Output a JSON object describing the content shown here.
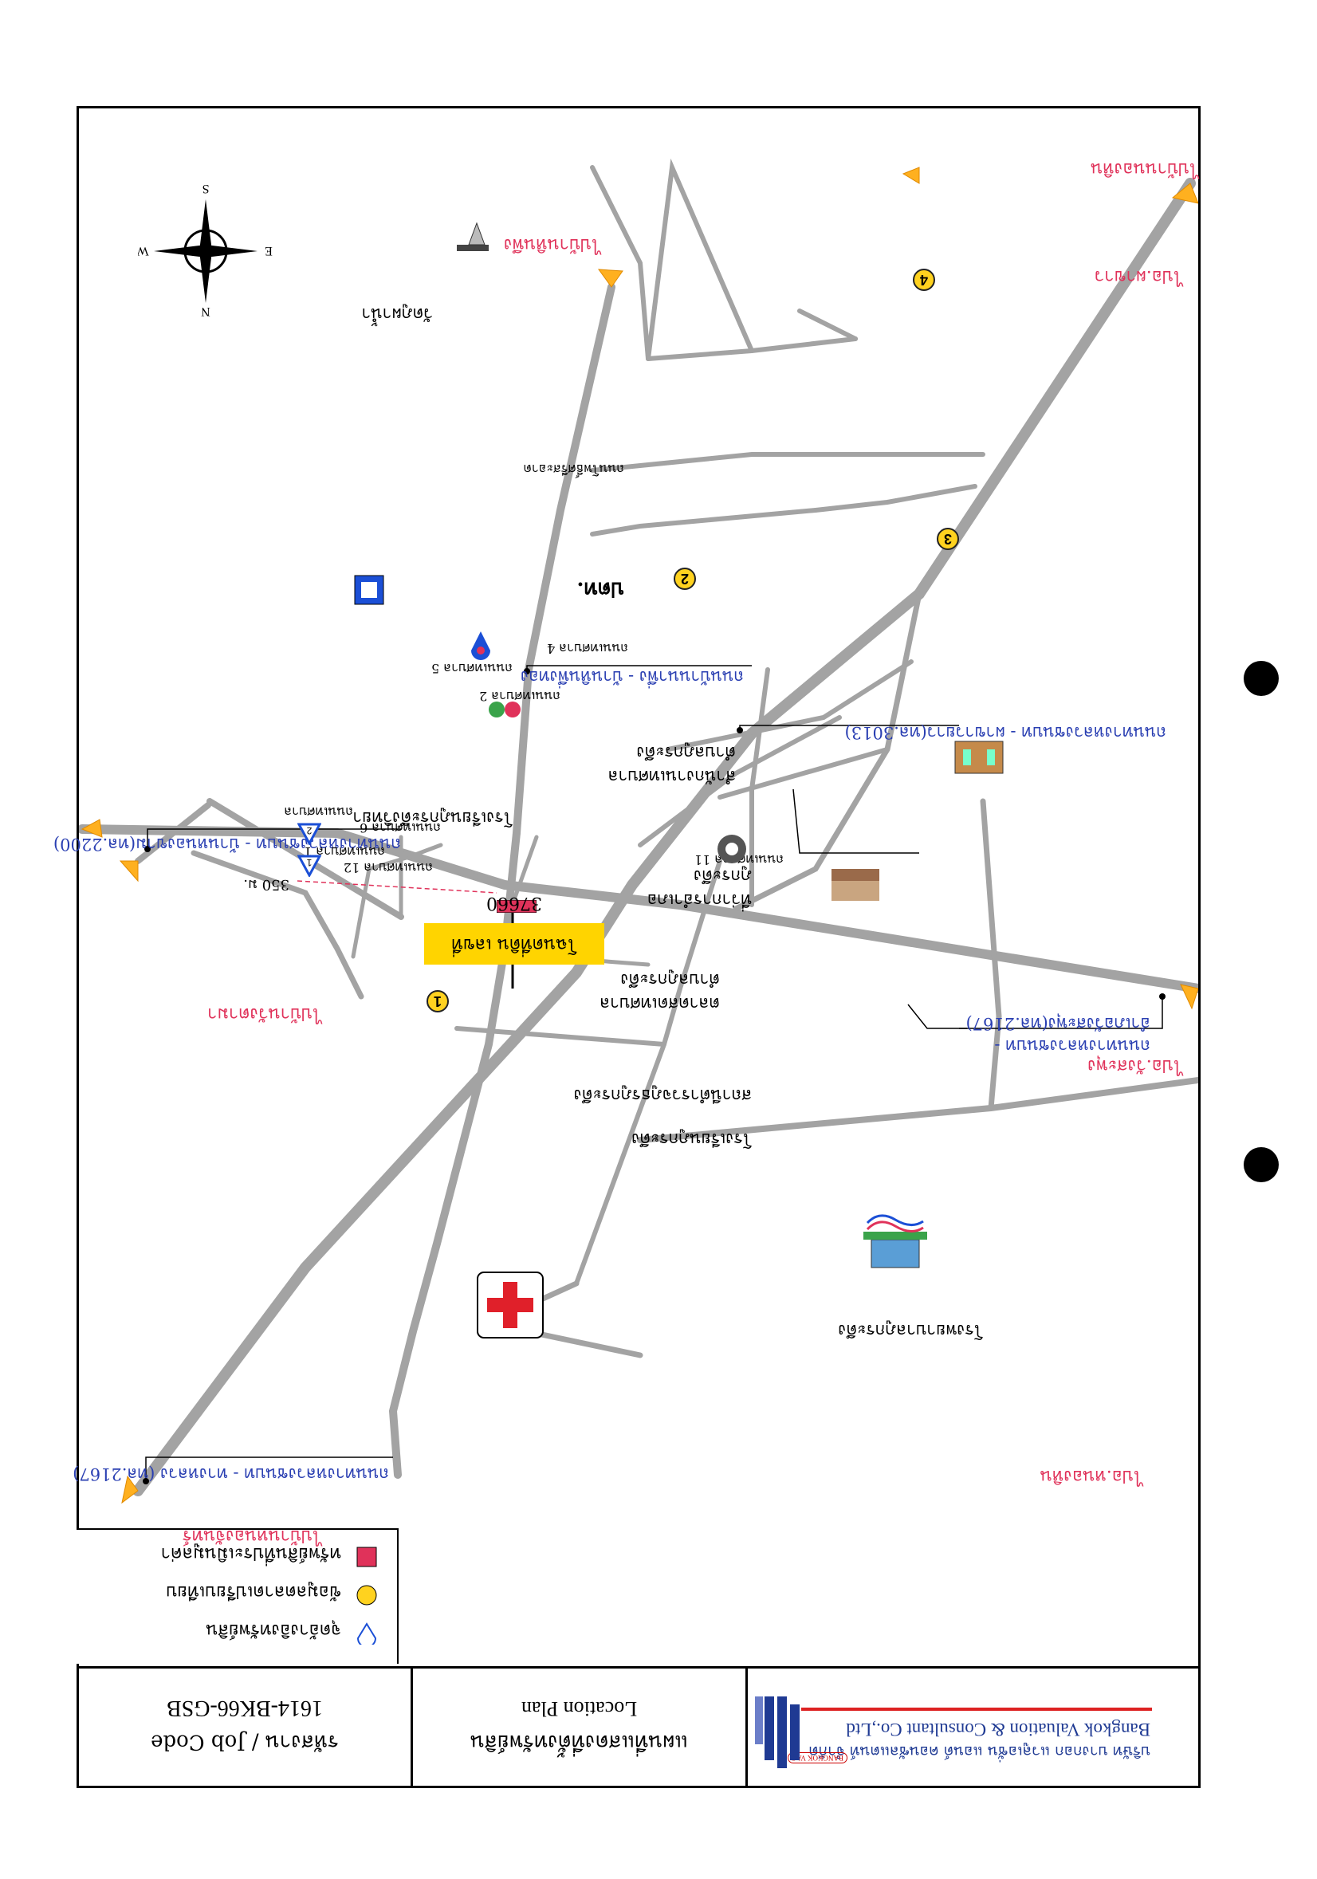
{
  "header": {
    "company_th": "บริษัท บางกอก แวลูเอชั่น แอนด์ คอนซัลแตนท์ จำกัด",
    "company_en": "Bangkok Valuation & Consultant Co.,Ltd",
    "logo_text": "BANGKOK VAC",
    "plan_title_th": "แผนที่แสดงที่ตั้งทรัพย์สิน",
    "plan_title_en": "Location Plan",
    "job_label": "รหัสงาน / Job Code",
    "job_code": "1614-BK66-GSB"
  },
  "legend": {
    "items": [
      {
        "label": "ทรัพย์สินที่ประเมินมูลค่า",
        "symbol": "red-square"
      },
      {
        "label": "ข้อมูลตลาดเปรียบเทียบ",
        "symbol": "yellow-circle"
      },
      {
        "label": "จุดอ้างอิงทรัพย์สิน",
        "symbol": "blue-pin"
      }
    ]
  },
  "subject_label": "โฉนดที่ดิน เลขที่ 37660",
  "distance_label": "350 ม.",
  "destinations": {
    "ban_nong_chan": "ไปบ้านหนองจันทร์",
    "ban_wang_ta_ma": "ไปบ้านวังตามา",
    "ban_nong_hin": "ไปบ้านนองหิน",
    "amphoe_wang_saphung": "ไปอ.วังสะพุง",
    "amphoe_pha_khao": "ไปอ.ผาขาว",
    "ban_hin_phung": "ไปบ้านหินพึง",
    "amphoe_nong_hin_rt": "ไปอ.หนองหิน"
  },
  "roads": {
    "r2167_a": "ถนนทางหลวงชนบท - ทางหลวง (ทล.2167)",
    "r2200": "ถนนทางหลวงชนบท - บ้านหนองขาม(ทล.2200)",
    "r2167_b_line1": "ถนนทางหลวงชนบท -",
    "r2167_b_line2": "อำเภอวังสะพุง(ทล.2167)",
    "r3013": "ถนนทางหลวงชนบท - ผาขาวยาว(ทล.3013)",
    "south_road": "ถนนบ้านนาพึ่ง - บ้านหินพึ่งทอง",
    "soi_1": "ถนนเทศบาล 1",
    "soi_2": "ถนนเทศบาล 2",
    "soi_4": "ถนนเทศบาล 4",
    "soi_5": "ถนนเทศบาล 5",
    "soi_6": "ถนนเทศบาล 6",
    "soi_11": "ถนนเทศบาล 11",
    "soi_12": "ถนนเทศบาล 12",
    "main_mid": "ถนนเทศบาล",
    "vertical_right": "ถนนโพธิ์ศรีสะอาด"
  },
  "landmarks": {
    "temple": "วัดภูผาน้ำ",
    "school_1": "โรงเรียนภูกระดึงวิทยา",
    "district_office_line1": "ที่ว่าการอำเภอ",
    "district_office_line2": "ภูกระดึง",
    "fresh_market_line1": "ตลาดสดเทศบาล",
    "fresh_market_line2": "ตำบลภูกระดึง",
    "municipality_line1": "สำนักงานเทศบาล",
    "municipality_line2": "ตำบลภูกระดึง",
    "police": "สถานีตำรวจภูธรภูกระดึง",
    "school_2": "โรงเรียนภูกระดึง",
    "hospital": "โรงพยาบาลภูกระดึง",
    "ptt": "ปตท."
  },
  "market_points": [
    "1",
    "2",
    "3",
    "4"
  ],
  "reference_points": [
    "1",
    "2"
  ],
  "compass": {
    "n": "N",
    "s": "S",
    "e": "E",
    "w": "W"
  },
  "colors": {
    "road": "#a3a3a3",
    "destination_text": "#e0325a",
    "road_text": "#2a3fb2",
    "subject_fill": "#ffd400",
    "marker_fill": "#ffd21f",
    "arrow_fill": "#ffb01f",
    "pin_blue": "#1b4fd6"
  }
}
